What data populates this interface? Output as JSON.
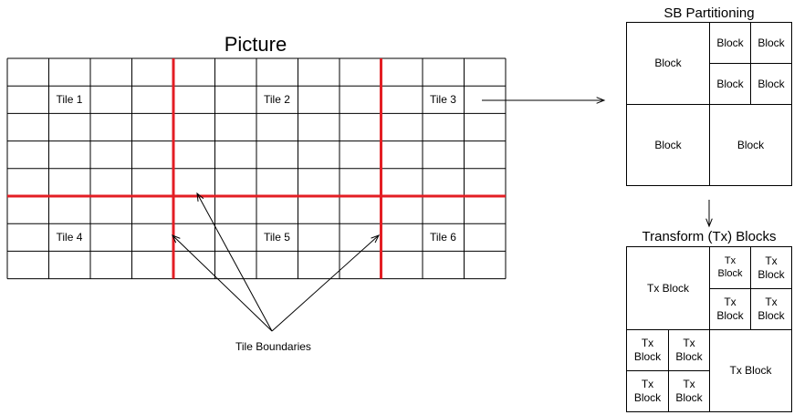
{
  "picture": {
    "title": "Picture",
    "columns": 12,
    "rows": 8,
    "tile_column_splits": [
      4,
      9
    ],
    "tile_row_splits": [
      5
    ],
    "tiles": [
      {
        "label": "Tile 1",
        "col": 1,
        "row": 1
      },
      {
        "label": "Tile 2",
        "col": 6,
        "row": 1
      },
      {
        "label": "Tile 3",
        "col": 10,
        "row": 1
      },
      {
        "label": "Tile 4",
        "col": 1,
        "row": 6
      },
      {
        "label": "Tile 5",
        "col": 6,
        "row": 6
      },
      {
        "label": "Tile 6",
        "col": 10,
        "row": 6
      }
    ],
    "boundary_label": "Tile Boundaries",
    "boundary_color": "#e31e24"
  },
  "sb_partitioning": {
    "title": "SB Partitioning",
    "blocks": [
      {
        "label": "Block"
      },
      {
        "label": "Block"
      },
      {
        "label": "Block"
      },
      {
        "label": "Block"
      },
      {
        "label": "Block"
      },
      {
        "label": "Block"
      },
      {
        "label": "Block"
      }
    ]
  },
  "transform_blocks": {
    "title": "Transform (Tx) Blocks",
    "blocks": [
      {
        "label": "Tx Block"
      },
      {
        "label": "Tx Block"
      },
      {
        "label": "Tx Block"
      },
      {
        "label": "Tx Block"
      },
      {
        "label": "Tx Block"
      },
      {
        "label": "Tx Block"
      },
      {
        "label": "Tx Block"
      },
      {
        "label": "Tx Block"
      },
      {
        "label": "Tx Block"
      },
      {
        "label": "Tx Block"
      }
    ]
  }
}
